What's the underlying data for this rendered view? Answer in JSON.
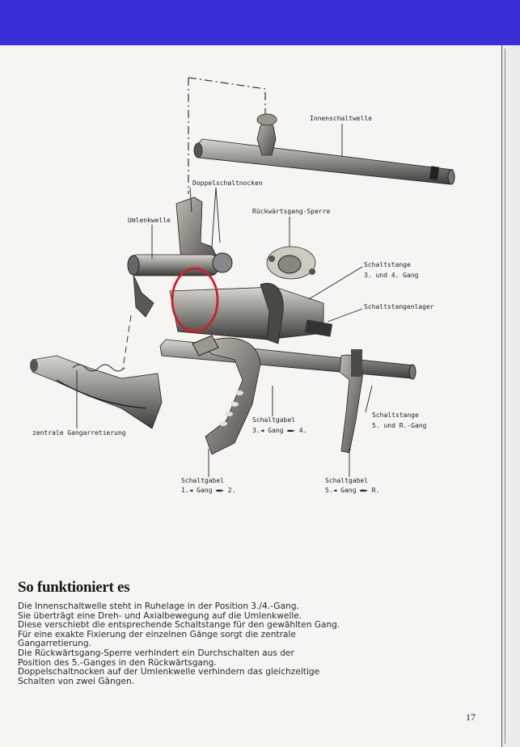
{
  "diagram": {
    "labels": {
      "innenschaltwelle": "Innenschaltwelle",
      "doppelschaltnocken": "Doppelschaltnocken",
      "rueckwaertsgang_sperre": "Rückwärtsgang-Sperre",
      "umlenkwelle": "Umlenkwelle",
      "schaltstange_34_line1": "Schaltstange",
      "schaltstange_34_line2": "3. und 4. Gang",
      "schaltstangenlager": "Schaltstangenlager",
      "zentrale_gangarretierung": "zentrale Gangarretierung",
      "schaltgabel_34_line1": "Schaltgabel",
      "schaltgabel_34_line2": "3.◄ Gang ▬► 4.",
      "schaltstange_5r_line1": "Schaltstange",
      "schaltstange_5r_line2": "5. und R.-Gang",
      "schaltgabel_12_line1": "Schaltgabel",
      "schaltgabel_12_line2": "1.◄ Gang ▬► 2.",
      "schaltgabel_5r_line1": "Schaltgabel",
      "schaltgabel_5r_line2": "5.◄ Gang ▬► R."
    },
    "highlight_color": "#cc1f2a"
  },
  "section": {
    "heading": "So funktioniert es",
    "lines": [
      "Die Innenschaltwelle steht in Ruhelage in der Position 3./4.-Gang.",
      "Sie überträgt eine Dreh- und Axialbewegung auf die Umlenkwelle.",
      "Diese verschiebt die entsprechende Schaltstange für den gewählten Gang.",
      "Für eine exakte Fixierung der einzelnen Gänge sorgt die zentrale",
      "Gangarretierung.",
      "Die Rückwärtsgang-Sperre verhindert ein Durchschalten aus der",
      "Position des 5.-Ganges in den Rückwärtsgang.",
      "Doppelschaltnocken auf der Umlenkwelle verhindern das gleichzeitige",
      "Schalten von zwei Gängen."
    ]
  },
  "page_number": "17",
  "colors": {
    "top_bar": "#3a2fd6",
    "background": "#f6f5f1"
  }
}
